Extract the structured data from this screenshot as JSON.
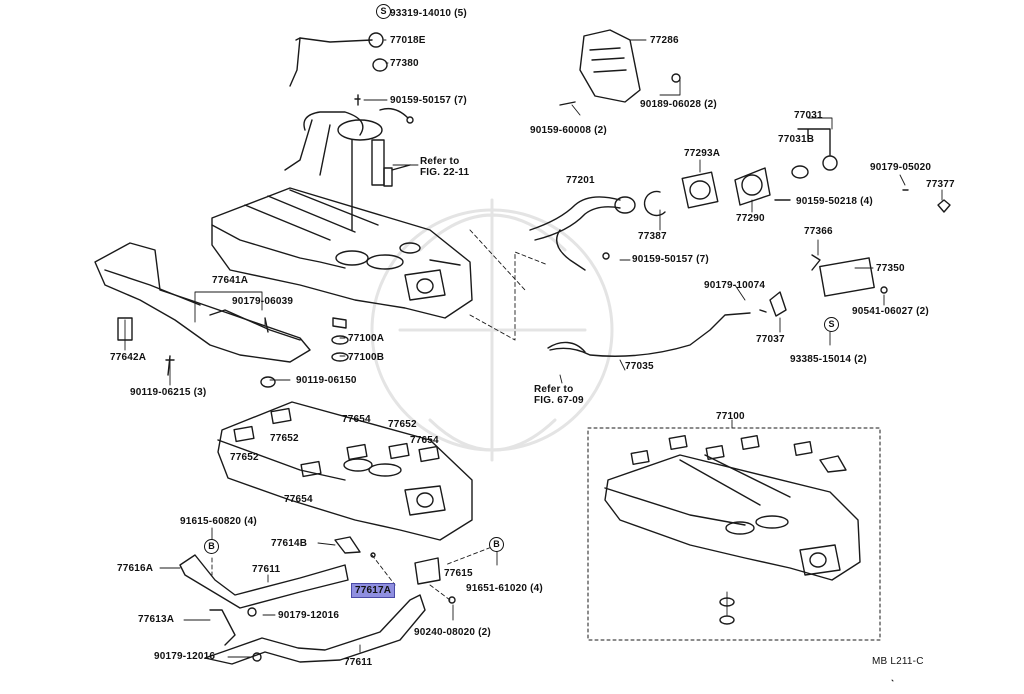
{
  "diagram_id": "MB L211-C",
  "symbols": {
    "s": "S",
    "b": "B"
  },
  "highlight_color": "#8f8fe0",
  "parts": {
    "p93319": "93319-14010 (5)",
    "p77018E": "77018E",
    "p77380": "77380",
    "p90159_7": "90159-50157 (7)",
    "refer22": "Refer to",
    "refer22b": "FIG. 22-11",
    "p77641A": "77641A",
    "p90179_06039": "90179-06039",
    "p77642A": "77642A",
    "p77100A": "77100A",
    "p77100B": "77100B",
    "p90119_06215": "90119-06215 (3)",
    "p90119_06150": "90119-06150",
    "p77286": "77286",
    "p90189": "90189-06028 (2)",
    "p90159_60008": "90159-60008 (2)",
    "p77201": "77201",
    "p77293A": "77293A",
    "p77031": "77031",
    "p77031B": "77031B",
    "p90179_05020": "90179-05020",
    "p77377": "77377",
    "p77387": "77387",
    "p77290": "77290",
    "p90159_50218": "90159-50218 (4)",
    "p90159_50157b": "90159-50157 (7)",
    "p77366": "77366",
    "p77350": "77350",
    "p90179_10074": "90179-10074",
    "p77037": "77037",
    "p90541": "90541-06027 (2)",
    "p93385": "93385-15014 (2)",
    "p77035": "77035",
    "refer67": "Refer to",
    "refer67b": "FIG. 67-09",
    "p77654a": "77654",
    "p77652a": "77652",
    "p77652b": "77652",
    "p77654b": "77654",
    "p77652c": "77652",
    "p77654c": "77654",
    "p77100": "77100",
    "p91615": "91615-60820 (4)",
    "p77614B": "77614B",
    "p77616A": "77616A",
    "p77611a": "77611",
    "p77617A": "77617A",
    "p77615": "77615",
    "p91651": "91651-61020 (4)",
    "p90179_12016a": "90179-12016",
    "p77613A": "77613A",
    "p90240": "90240-08020 (2)",
    "p90179_12016b": "90179-12016",
    "p77611b": "77611"
  }
}
